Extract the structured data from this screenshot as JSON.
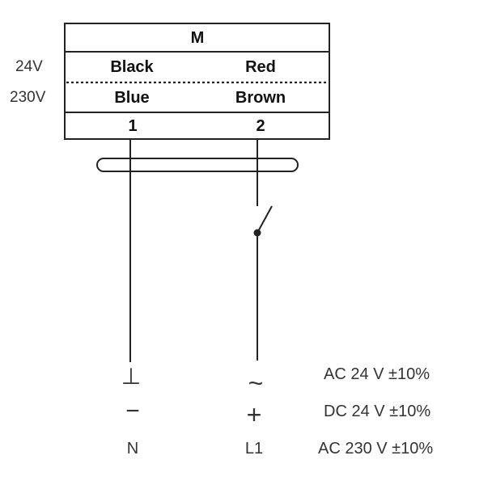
{
  "box": {
    "motor_label": "M",
    "row_24v": {
      "side_label": "24V",
      "wire_1": "Black",
      "wire_2": "Red"
    },
    "row_230v": {
      "side_label": "230V",
      "wire_1": "Blue",
      "wire_2": "Brown"
    },
    "terminals": {
      "t1": "1",
      "t2": "2"
    }
  },
  "supply": {
    "ac24": {
      "left_symbol": "⊥",
      "right_symbol": "~",
      "spec": "AC 24 V ±10%"
    },
    "dc24": {
      "left_symbol": "−",
      "right_symbol": "+",
      "spec": "DC 24 V ±10%"
    },
    "ac230": {
      "left_symbol": "N",
      "right_symbol": "L1",
      "spec": "AC 230 V ±10%"
    }
  }
}
